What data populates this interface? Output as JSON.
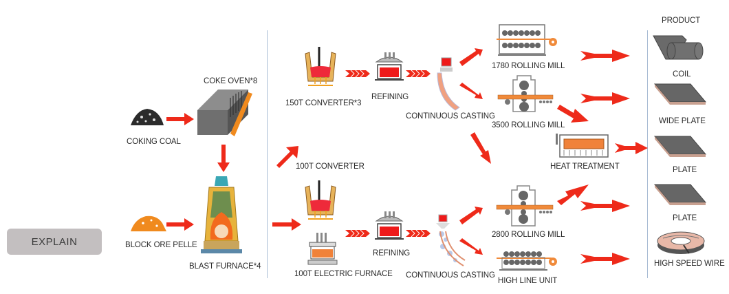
{
  "explain_button": {
    "label": "EXPLAIN"
  },
  "colors": {
    "arrow": "#ee2a1a",
    "separator": "#a9bcd4",
    "button_bg": "#c3bfc0",
    "accent_orange": "#f08a3a",
    "gray_equipment": "#6f6f6f"
  },
  "ironmaking": {
    "coking_coal": "COKING COAL",
    "coke_oven": "COKE OVEN*8",
    "block_ore": "BLOCK ORE PELLE",
    "blast_furnace": "BLAST FURNACE*4"
  },
  "steelmaking": {
    "converter_150t": "150T CONVERTER*3",
    "refining_top": "REFINING",
    "casting_top": "CONTINUOUS CASTING",
    "converter_100t": "100T CONVERTER",
    "electric_furnace": "100T  ELECTRIC FURNACE",
    "refining_bottom": "REFINING",
    "casting_bottom": "CONTINUOUS CASTING"
  },
  "rolling": {
    "mill_1780": "1780 ROLLING MILL",
    "mill_3500": "3500 ROLLING MILL",
    "heat_treatment": "HEAT TREATMENT",
    "mill_2800": "2800 ROLLING MILL",
    "high_line": "HIGH LINE UNIT"
  },
  "products": {
    "header": "PRODUCT",
    "items": [
      "COIL",
      "WIDE PLATE",
      "PLATE",
      "PLATE",
      "HIGH SPEED WIRE"
    ]
  }
}
